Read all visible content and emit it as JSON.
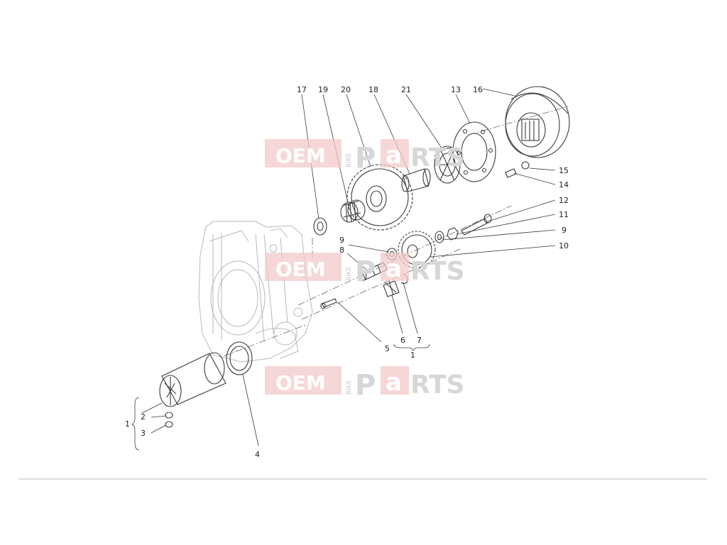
{
  "diagram": {
    "callouts": [
      {
        "id": "c17",
        "label": "17"
      },
      {
        "id": "c19",
        "label": "19"
      },
      {
        "id": "c20",
        "label": "20"
      },
      {
        "id": "c18",
        "label": "18"
      },
      {
        "id": "c21",
        "label": "21"
      },
      {
        "id": "c13",
        "label": "13"
      },
      {
        "id": "c16",
        "label": "16"
      },
      {
        "id": "c15",
        "label": "15"
      },
      {
        "id": "c14",
        "label": "14"
      },
      {
        "id": "c12",
        "label": "12"
      },
      {
        "id": "c11",
        "label": "11"
      },
      {
        "id": "c9a",
        "label": "9"
      },
      {
        "id": "c10",
        "label": "10"
      },
      {
        "id": "c9b",
        "label": "9"
      },
      {
        "id": "c8",
        "label": "8"
      },
      {
        "id": "c5",
        "label": "5"
      },
      {
        "id": "c6",
        "label": "6"
      },
      {
        "id": "c7",
        "label": "7"
      },
      {
        "id": "c1b",
        "label": "1"
      },
      {
        "id": "c1a",
        "label": "1"
      },
      {
        "id": "c2",
        "label": "2"
      },
      {
        "id": "c3",
        "label": "3"
      },
      {
        "id": "c4",
        "label": "4"
      }
    ]
  },
  "watermark": {
    "oem": "OEM",
    "bike": "BIKE",
    "p": "P",
    "a": "a",
    "rts": "RTS",
    "brand_color": "#e0393b",
    "tint_color": "#f3c9c9"
  }
}
